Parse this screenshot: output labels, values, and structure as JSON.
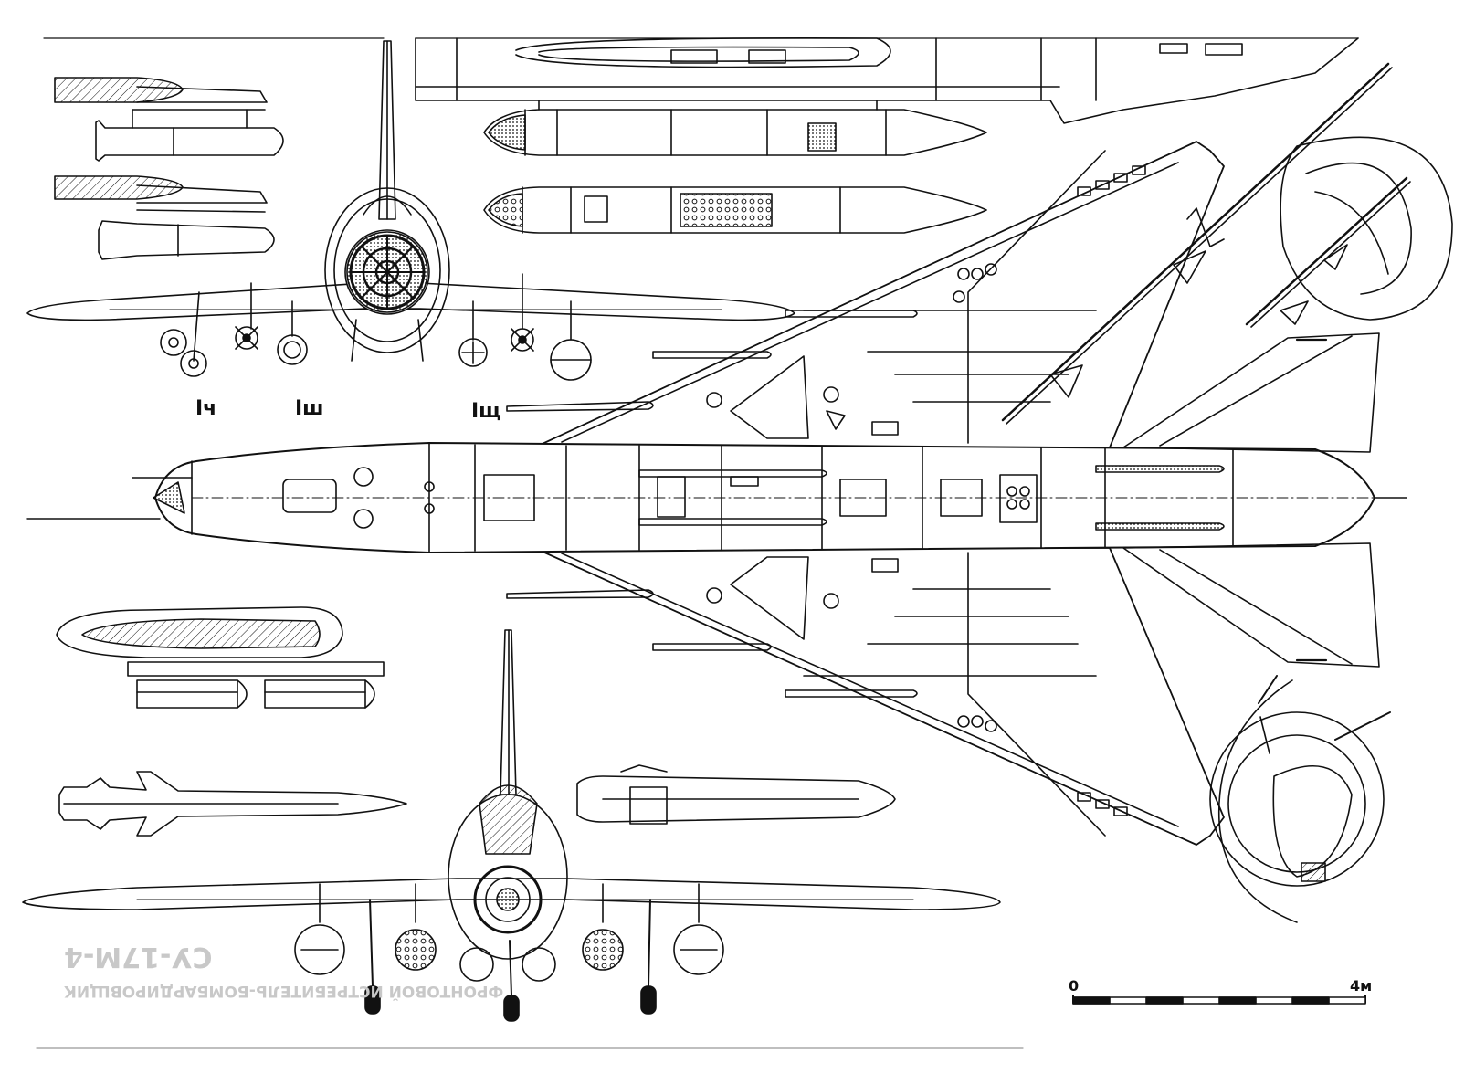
{
  "section_labels": {
    "chi": "Iч",
    "sha": "Iш",
    "shcha": "Iщ"
  },
  "scale_bar": {
    "start_label": "0",
    "end_label": "4м"
  },
  "bleed_through": {
    "model": "СУ-17М-4",
    "caption": "ФРОНТОВОЙ ИСТРЕБИТЕЛЬ-БОМБАРДИРОВЩИК"
  },
  "colors": {
    "ink": "#111111",
    "ghost": "#c8c8c8",
    "paper": "#ffffff"
  }
}
